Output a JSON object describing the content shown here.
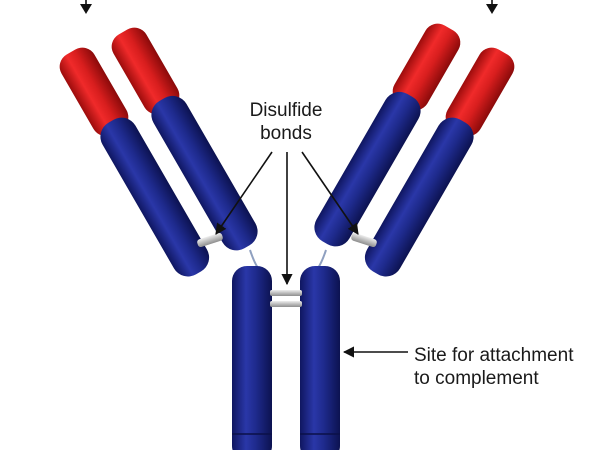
{
  "labels": {
    "disulfide_line1": "Disulfide",
    "disulfide_line2": "bonds",
    "complement_line1": "Site for attachment",
    "complement_line2": "to complement"
  },
  "colors": {
    "heavy_chain": "#1e2a86",
    "light_chain": "#1e2a86",
    "variable_region": "#d81e1e",
    "bond": "#c8c8c8",
    "arrow": "#111111",
    "background": "#ffffff"
  }
}
